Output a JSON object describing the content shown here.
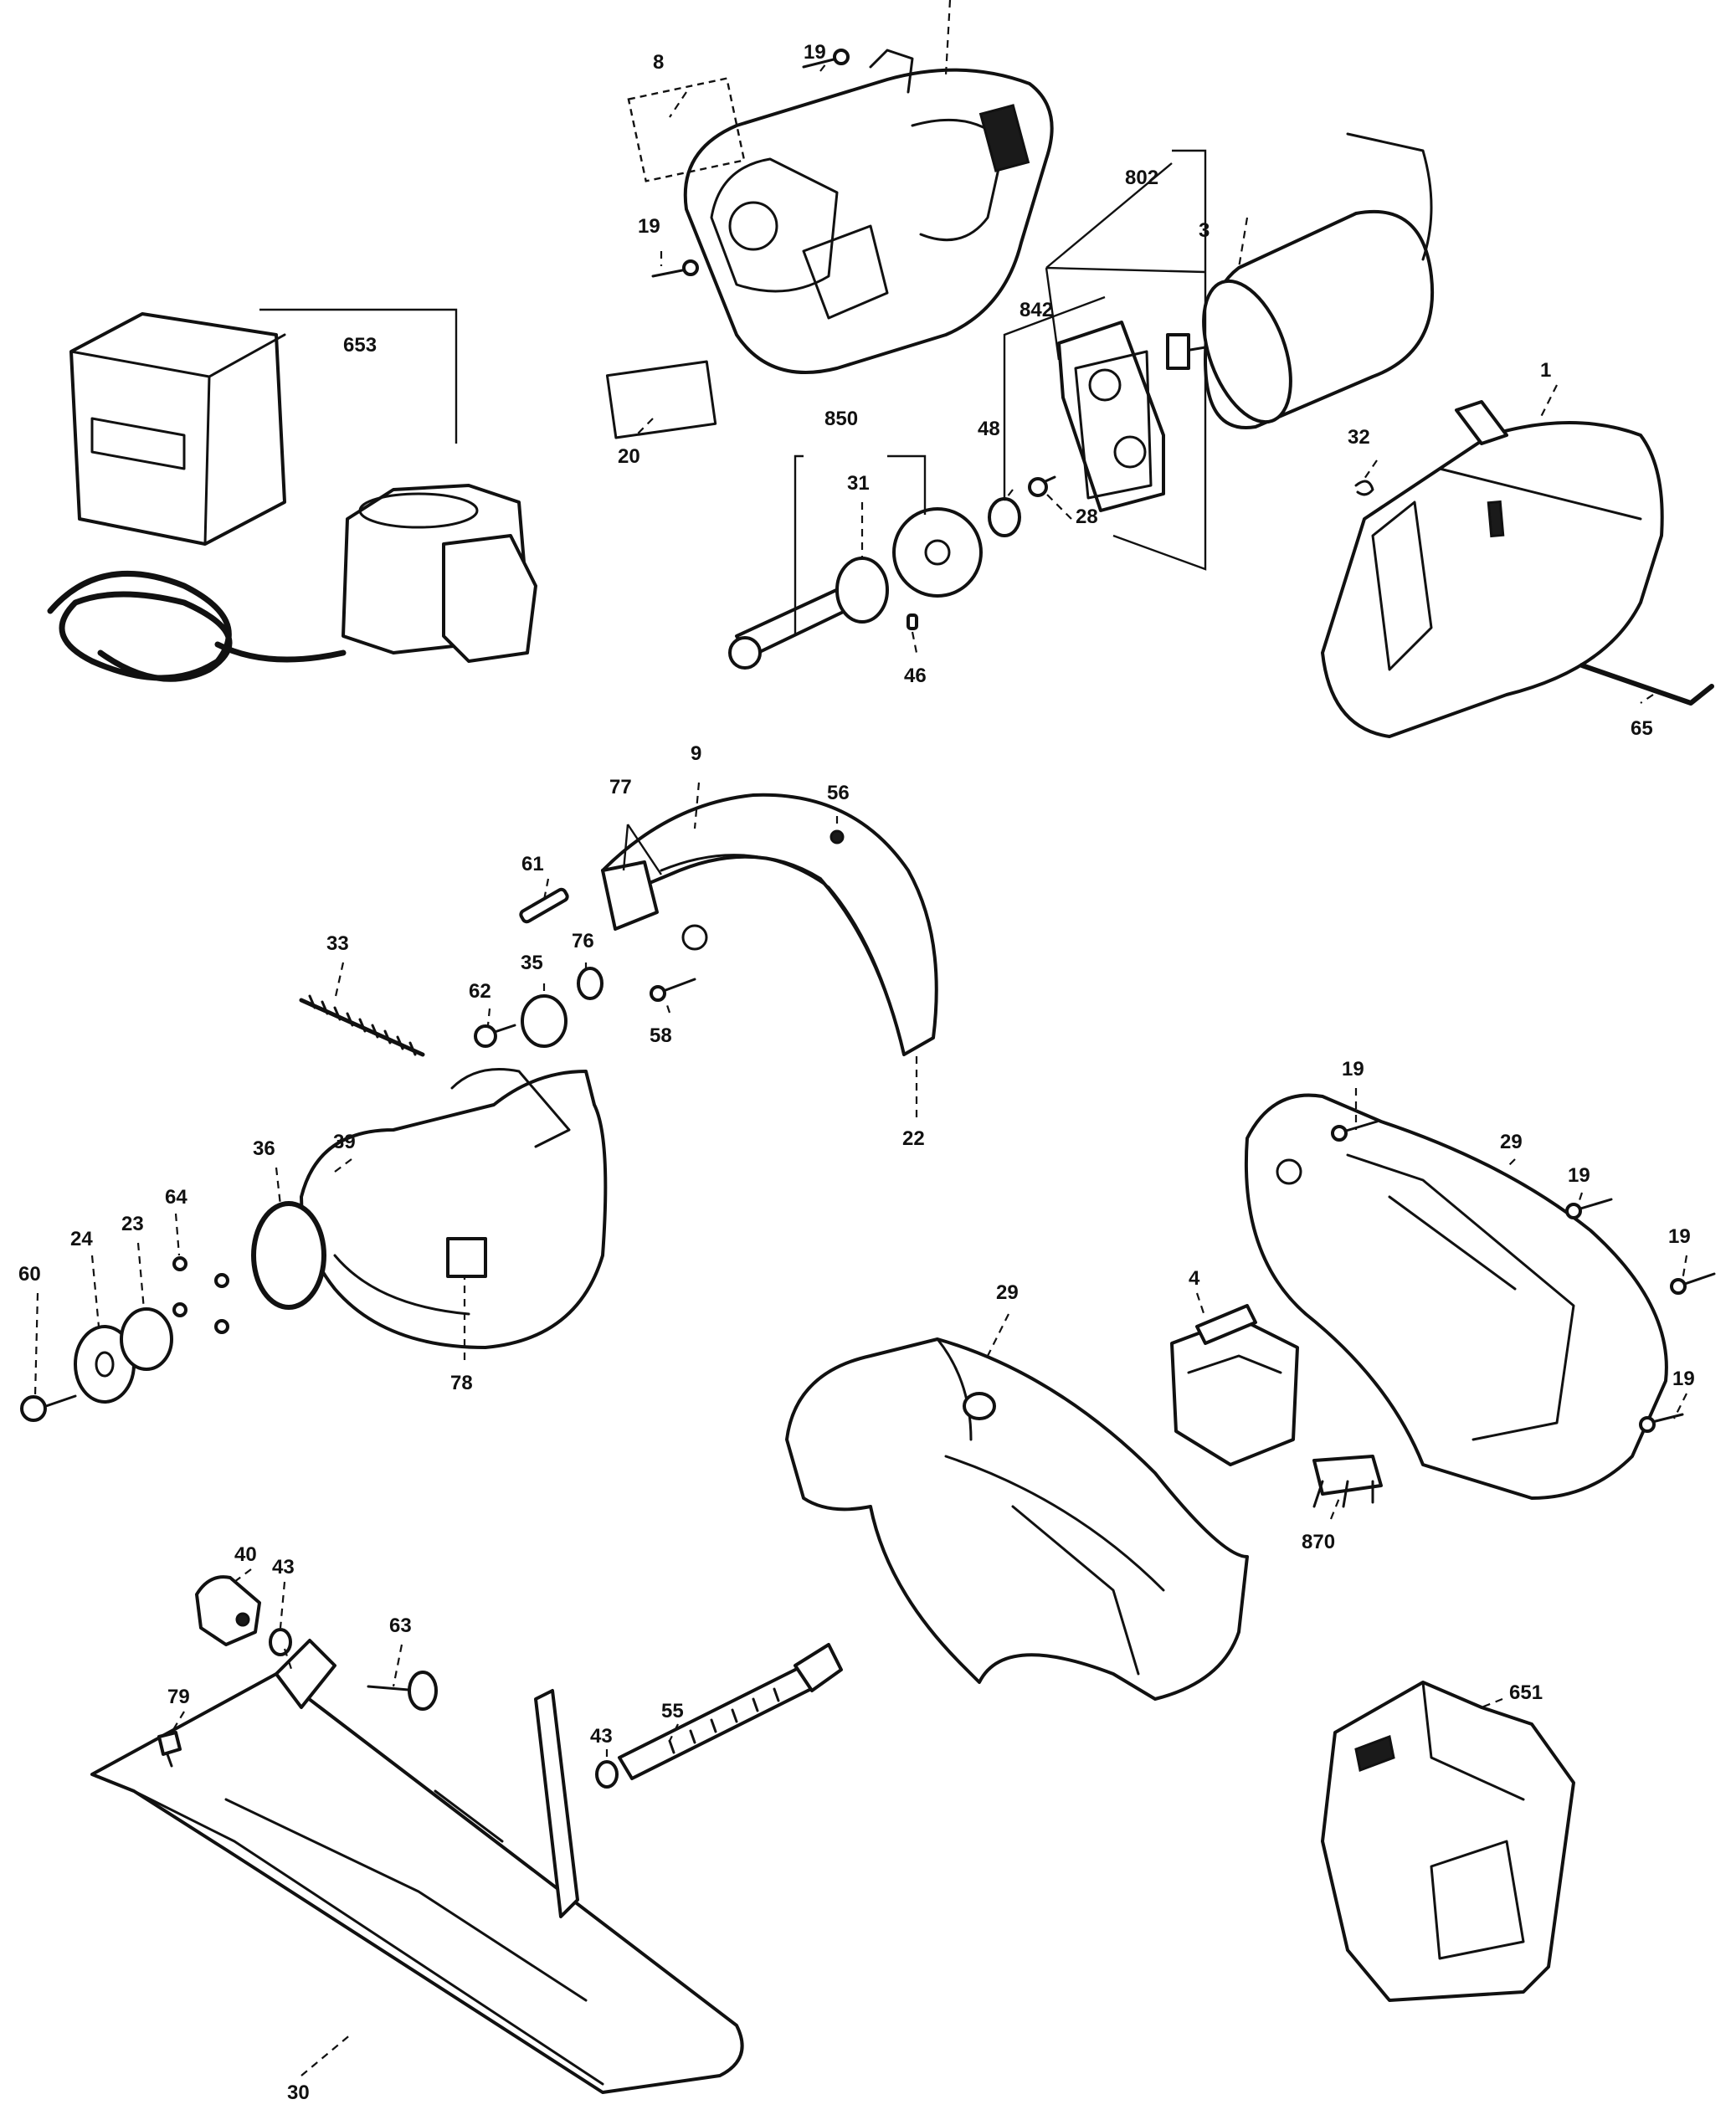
{
  "labels": {
    "l8": "8",
    "l19a": "19",
    "l19b": "19",
    "l802": "802",
    "l3": "3",
    "l653": "653",
    "l842": "842",
    "l1": "1",
    "l20": "20",
    "l48": "48",
    "l32": "32",
    "l850": "850",
    "l31": "31",
    "l28": "28",
    "l46": "46",
    "l65": "65",
    "l9": "9",
    "l77": "77",
    "l56": "56",
    "l61": "61",
    "l33": "33",
    "l35": "35",
    "l76": "76",
    "l62": "62",
    "l58": "58",
    "l22": "22",
    "l39": "39",
    "l19c": "19",
    "l36": "36",
    "l29a": "29",
    "l19d": "19",
    "l64": "64",
    "l23": "23",
    "l19e": "19",
    "l24": "24",
    "l60": "60",
    "l78": "78",
    "l29b": "29",
    "l4": "4",
    "l19f": "19",
    "l870": "870",
    "l40": "40",
    "l43a": "43",
    "l63": "63",
    "l651": "651",
    "l79": "79",
    "l55": "55",
    "l43b": "43",
    "l30": "30"
  },
  "colors": {
    "ink": "#111111",
    "paper": "#ffffff"
  }
}
